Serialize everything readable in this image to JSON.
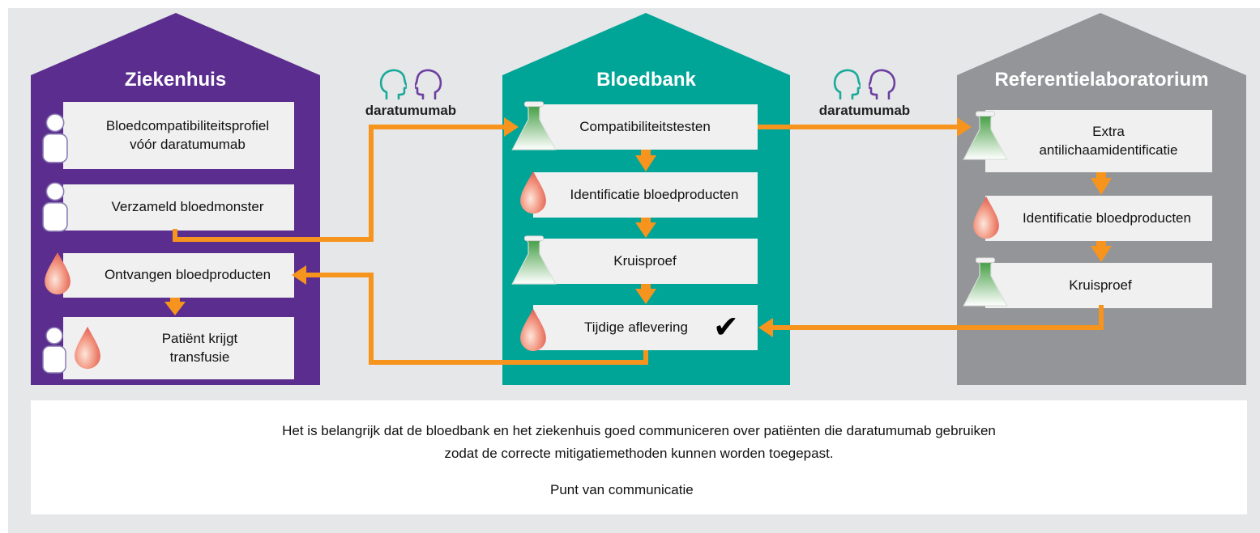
{
  "columns": {
    "hospital": {
      "title": "Ziekenhuis",
      "steps": [
        "Bloedcompatibiliteitsprofiel vóór daratumumab",
        "Verzameld bloedmonster",
        "Ontvangen bloedproducten",
        "Patiënt krijgt transfusie"
      ]
    },
    "bloodbank": {
      "title": "Bloedbank",
      "steps": [
        "Compatibiliteitstesten",
        "Identificatie bloedproducten",
        "Kruisproef",
        "Tijdige aflevering"
      ]
    },
    "reference_lab": {
      "title": "Referentielaboratorium",
      "steps": [
        "Extra antilichaamidentificatie",
        "Identificatie bloedproducten",
        "Kruisproef"
      ]
    }
  },
  "communication_labels": [
    "daratumumab",
    "daratumumab"
  ],
  "footer": {
    "line1": "Het is belangrijk dat de bloedbank en het ziekenhuis goed communiceren over patiënten die daratumumab gebruiken",
    "line2": "zodat de correcte mitigatiemethoden kunnen worden toegepast.",
    "legend": "Punt van communicatie"
  },
  "colors": {
    "hospital": "#5b2d8e",
    "bloodbank": "#00a597",
    "reference_lab": "#939598",
    "arrow": "#f7941d",
    "head_teal": "#1aaa9a",
    "head_purple": "#6c3fa0"
  },
  "icons": [
    "person-icon",
    "blood-drop-icon",
    "flask-icon",
    "checkmark-icon",
    "communication-heads-icon"
  ]
}
